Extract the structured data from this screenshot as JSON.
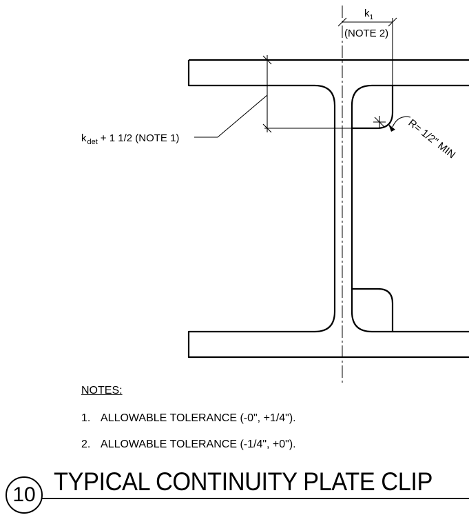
{
  "labels": {
    "k1_main": "k",
    "k1_sub": "1",
    "note2_ref": "(NOTE 2)",
    "kdet_main": "k",
    "kdet_sub": "det",
    "kdet_rest": "+ 1 1/2 (NOTE 1)",
    "radius": "R= 1/2\" MIN"
  },
  "notes": {
    "title": "NOTES:",
    "items": [
      {
        "num": "1.",
        "text": "ALLOWABLE TOLERANCE (-0\", +1/4\")."
      },
      {
        "num": "2.",
        "text": "ALLOWABLE TOLERANCE (-1/4\", +0\")."
      }
    ]
  },
  "title_block": {
    "detail_number": "10",
    "title": "TYPICAL CONTINUITY PLATE CLIP"
  }
}
